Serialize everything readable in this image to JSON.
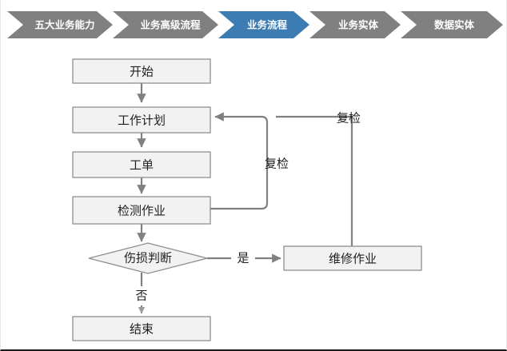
{
  "breadcrumb": {
    "active_color": "#3d7bb3",
    "inactive_color": "#808080",
    "items": [
      {
        "label": "五大业务能力",
        "active": false
      },
      {
        "label": "业务高级流程",
        "active": false
      },
      {
        "label": "业务流程",
        "active": true
      },
      {
        "label": "业务实体",
        "active": false
      },
      {
        "label": "数据实体",
        "active": false
      }
    ]
  },
  "flowchart": {
    "node_fill": "#f2f2f2",
    "node_border": "#8f8f8f",
    "connector_color": "#808080",
    "nodes": [
      {
        "id": "start",
        "label": "开始",
        "shape": "rect"
      },
      {
        "id": "work-plan",
        "label": "工作计划",
        "shape": "rect"
      },
      {
        "id": "work-order",
        "label": "工单",
        "shape": "rect"
      },
      {
        "id": "inspection",
        "label": "检测作业",
        "shape": "rect"
      },
      {
        "id": "damage-decision",
        "label": "伤损判断",
        "shape": "diamond"
      },
      {
        "id": "repair",
        "label": "维修作业",
        "shape": "rect"
      },
      {
        "id": "end",
        "label": "结束",
        "shape": "rect"
      }
    ],
    "edge_labels": [
      {
        "id": "recheck-inner",
        "label": "复检"
      },
      {
        "id": "recheck-outer",
        "label": "复检"
      },
      {
        "id": "yes",
        "label": "是"
      },
      {
        "id": "no",
        "label": "否"
      }
    ]
  }
}
